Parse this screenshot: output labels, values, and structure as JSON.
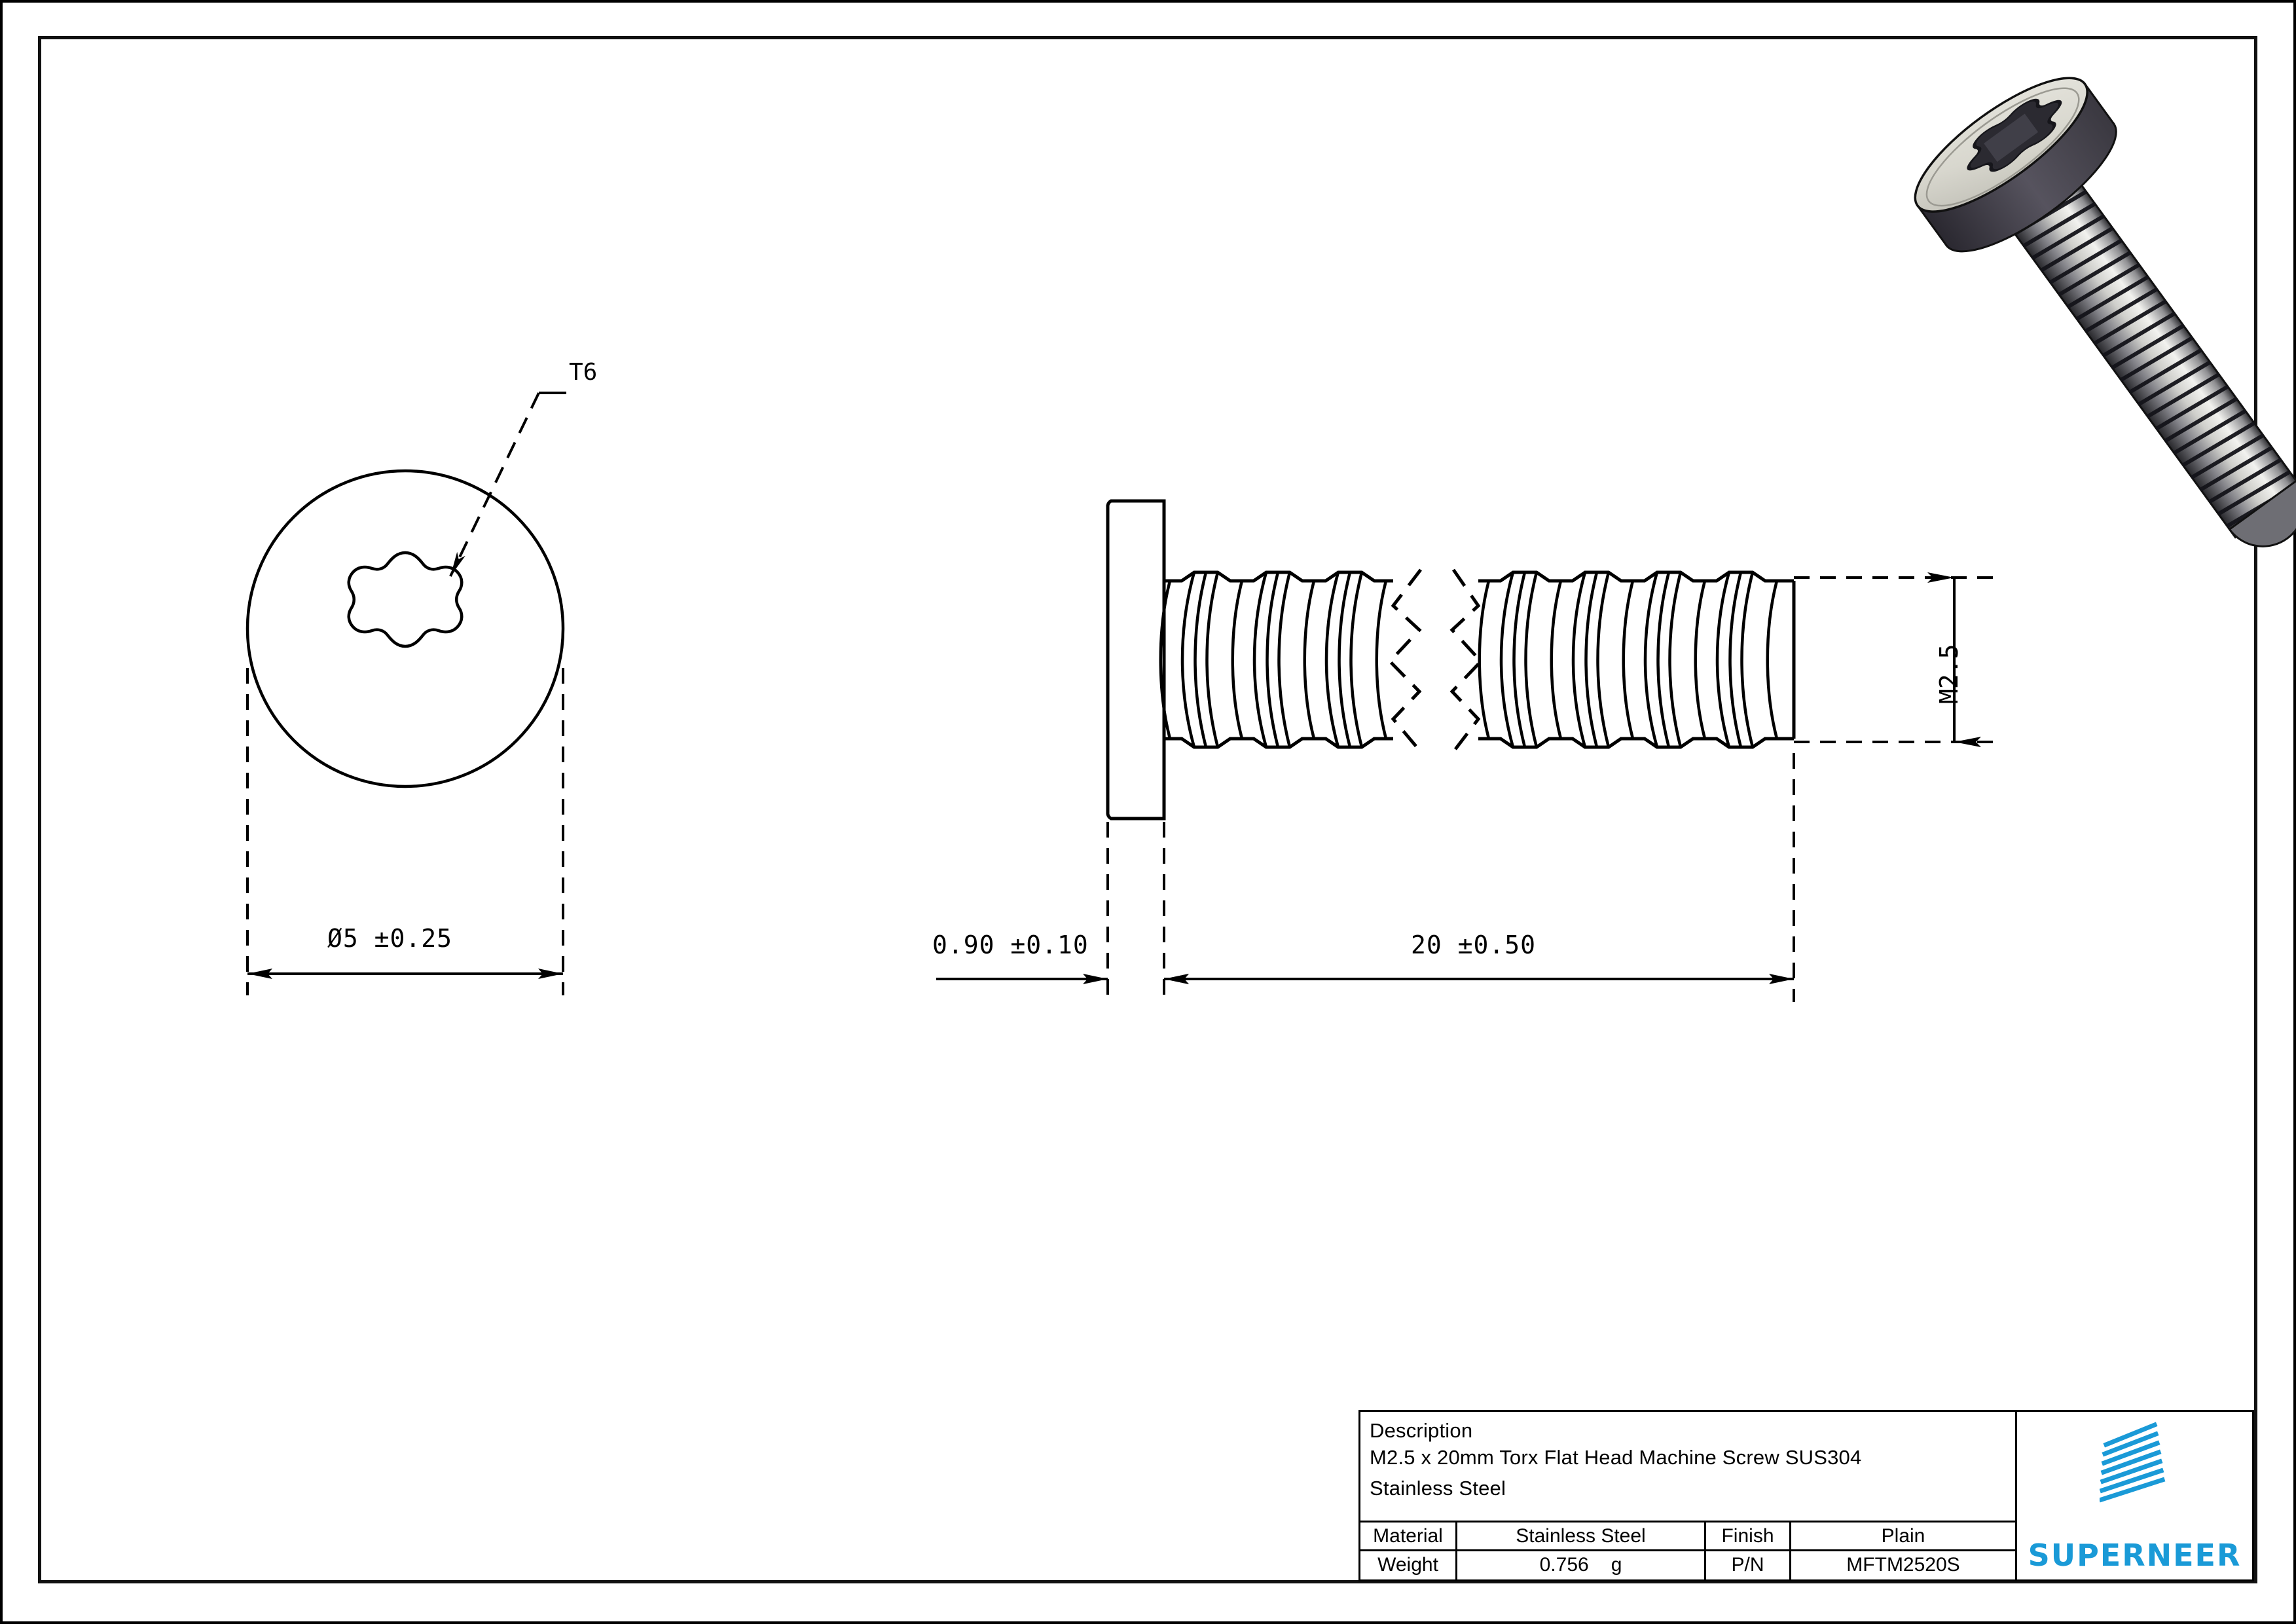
{
  "sheet": {
    "background": "#ffffff",
    "line_color": "#000000",
    "accent_color": "#1a9ad7"
  },
  "views": {
    "top_view": {
      "name": "head-end-view",
      "drive_callout": "T6",
      "drive_type": "torx-6-lobe",
      "head_diameter_dim": "Ø5  ±0.25"
    },
    "side_view": {
      "name": "side-profile-view",
      "head_thickness_dim": "0.90  ±0.10",
      "length_dim": "20  ±0.50",
      "thread_dim": "M2.5"
    },
    "iso_view": {
      "name": "isometric-render",
      "description": "torx flat head machine screw 3D render"
    }
  },
  "title_block": {
    "description_label": "Description",
    "description_line1": "M2.5 x 20mm Torx Flat Head Machine Screw SUS304",
    "description_line2": "Stainless Steel",
    "material_label": "Material",
    "material_value": "Stainless Steel",
    "finish_label": "Finish",
    "finish_value": "Plain",
    "weight_label": "Weight",
    "weight_value": "0.756",
    "weight_unit": "g",
    "pn_label": "P/N",
    "pn_value": "MFTM2520S",
    "company": "SUPERNEER"
  }
}
